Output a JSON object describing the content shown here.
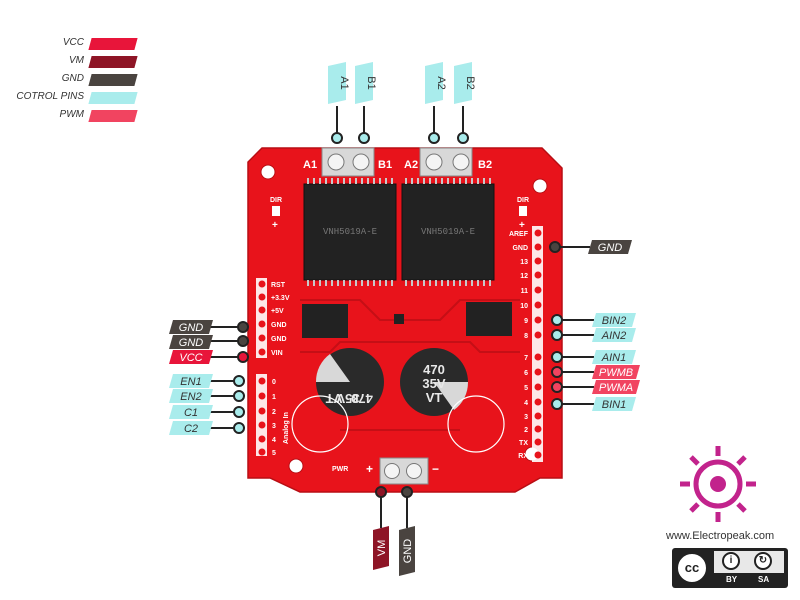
{
  "legend": [
    {
      "label": "VCC",
      "color": "#e8153a"
    },
    {
      "label": "VM",
      "color": "#8e1526"
    },
    {
      "label": "GND",
      "color": "#4a4440"
    },
    {
      "label": "COTROL PINS",
      "color": "#a9ecec"
    },
    {
      "label": "PWM",
      "color": "#f14460"
    }
  ],
  "colors": {
    "board": "#e8131b",
    "board_dark": "#b80e14",
    "vcc": "#e8153a",
    "vm": "#8e1526",
    "gnd": "#4a4440",
    "control": "#a9ecec",
    "pwm": "#f14460",
    "brand": "#c2238c"
  },
  "top_pins": [
    "A1",
    "B1",
    "A2",
    "B2"
  ],
  "bottom_pins": [
    "VM",
    "GND"
  ],
  "right_pins": [
    "GND",
    "BIN2",
    "AIN2",
    "AIN1",
    "PWMB",
    "PWMA",
    "BIN1"
  ],
  "left_pins": [
    "GND",
    "GND",
    "VCC",
    "EN1",
    "EN2",
    "C1",
    "C2"
  ],
  "board": {
    "terminal_labels": [
      "A1",
      "B1",
      "A2",
      "B2"
    ],
    "chip_text": [
      "VNH5019A-E",
      "VNH5019A-E"
    ],
    "dir_labels": [
      "DIR",
      "DIR"
    ],
    "plus_labels": [
      "+",
      "+"
    ],
    "left_header": [
      "RST",
      "+3.3V",
      "+5V",
      "GND",
      "GND",
      "VIN"
    ],
    "analog_header": [
      "0",
      "1",
      "2",
      "3",
      "4",
      "5"
    ],
    "analog_label": "Analog In",
    "right_header": [
      "AREF",
      "GND",
      "13",
      "12",
      "11",
      "10",
      "9",
      "8",
      "7",
      "6",
      "5",
      "4",
      "3",
      "2",
      "TX",
      "RX"
    ],
    "capacitor_text": [
      "470",
      "35V",
      "VT"
    ],
    "pwr_label": "PWR",
    "pwr_plus": "+",
    "pwr_minus": "−"
  },
  "brand": {
    "url": "www.Electropeak.com",
    "license_main": "cc",
    "license_by": "BY",
    "license_sa": "SA"
  }
}
